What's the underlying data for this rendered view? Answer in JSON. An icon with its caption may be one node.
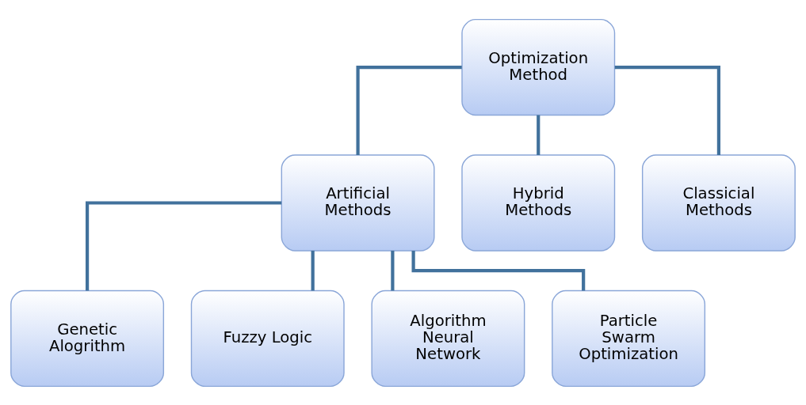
{
  "diagram": {
    "nodes": [
      {
        "text": [
          "Optimization Method"
        ]
      },
      {
        "text": [
          "Artificial Methods"
        ]
      },
      {
        "text": [
          "Hybrid Methods"
        ]
      },
      {
        "text": [
          "Classicial Methods"
        ]
      },
      {
        "text": [
          "Genetic Alogrithm"
        ]
      },
      {
        "text": [
          "Fuzzy Logic"
        ]
      },
      {
        "text": [
          "Algorithm Neural Network"
        ]
      },
      {
        "text": [
          "Particle Swarm Optimization"
        ]
      }
    ],
    "edges": [
      {
        "from": 0,
        "to": 1,
        "arrow": "none"
      },
      {
        "from": 0,
        "to": 2,
        "arrow": "none"
      },
      {
        "from": 0,
        "to": 3,
        "arrow": "none"
      },
      {
        "from": 1,
        "to": 4,
        "arrow": "none"
      },
      {
        "from": 1,
        "to": 5,
        "arrow": "none"
      },
      {
        "from": 1,
        "to": 6,
        "arrow": "none"
      },
      {
        "from": 1,
        "to": 7,
        "arrow": "none"
      }
    ]
  }
}
